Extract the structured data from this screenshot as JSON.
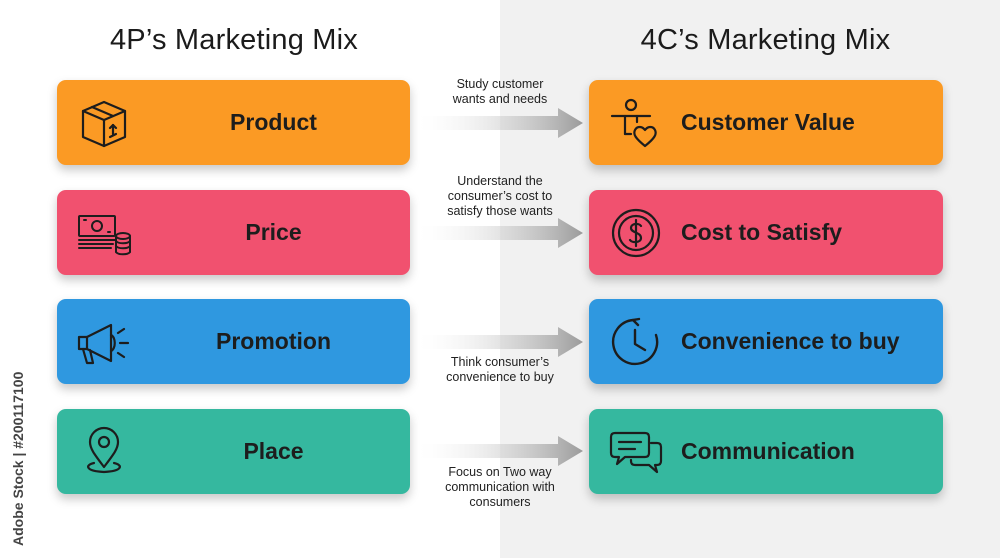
{
  "left_title": "4P’s Marketing Mix",
  "right_title": "4C’s Marketing Mix",
  "rows": [
    {
      "p_label": "Product",
      "p_icon": "box-icon",
      "c_label": "Customer Value",
      "c_icon": "person-heart-icon",
      "note": [
        "Study customer",
        "wants and needs"
      ],
      "color": "#fb9a24"
    },
    {
      "p_label": "Price",
      "p_icon": "money-coins-icon",
      "c_label": "Cost to Satisfy",
      "c_icon": "dollar-coin-icon",
      "note": [
        "Understand the",
        "consumer’s cost to",
        "satisfy those wants"
      ],
      "color": "#f1516f"
    },
    {
      "p_label": "Promotion",
      "p_icon": "megaphone-icon",
      "c_label": "Convenience to buy",
      "c_icon": "clock-icon",
      "note": [
        "Think consumer’s",
        "convenience to buy"
      ],
      "color": "#2f98e0"
    },
    {
      "p_label": "Place",
      "p_icon": "location-pin-icon",
      "c_label": "Communication",
      "c_icon": "chat-bubbles-icon",
      "note": [
        "Focus on Two way",
        "communication with",
        "consumers"
      ],
      "color": "#35b89f"
    }
  ],
  "watermark": "Adobe Stock | #200117100"
}
